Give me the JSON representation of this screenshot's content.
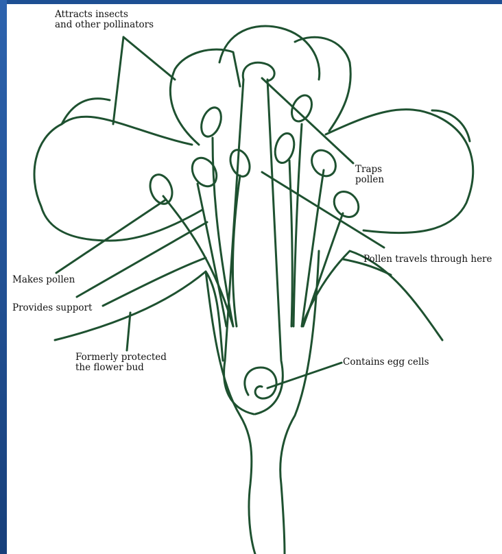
{
  "labels": {
    "attracts": "Attracts insects\nand other pollinators",
    "traps": "Traps\npollen",
    "pollen_travels": "Pollen travels through here",
    "makes_pollen": "Makes pollen",
    "support": "Provides support",
    "protected": "Formerly protected\nthe flower bud",
    "egg": "Contains egg cells"
  },
  "colors": {
    "stroke": "#1e5130",
    "background": "#1d4f93"
  }
}
